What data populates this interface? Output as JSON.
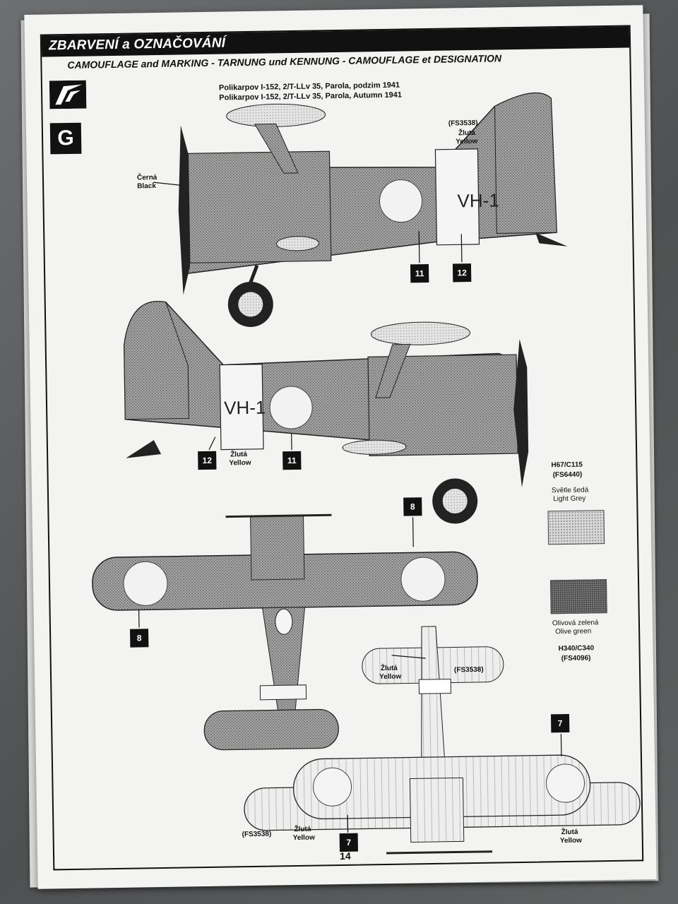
{
  "header": {
    "title": "ZBARVENÍ a OZNAČOVÁNÍ",
    "subtitle": "CAMOUFLAGE and MARKING - TARNUNG und KENNUNG - CAMOUFLAGE et DESIGNATION"
  },
  "scheme": {
    "letter": "G",
    "caption_cz": "Polikarpov I-152, 2/T-LLv 35, Parola, podzim 1941",
    "caption_en": "Polikarpov I-152, 2/T-LLv 35, Parola, Autumn 1941"
  },
  "side_view_1": {
    "fs_code": "(FS3538)",
    "band_label_cz": "Žlutá",
    "band_label_en": "Yellow",
    "spinner_label_cz": "Černá",
    "spinner_label_en": "Black",
    "code_letters": "VH-1",
    "decal_a": "11",
    "decal_b": "12"
  },
  "side_view_2": {
    "code_letters": "VH-1",
    "band_label_cz": "Žlutá",
    "band_label_en": "Yellow",
    "decal_a": "12",
    "decal_b": "11"
  },
  "top_view": {
    "decal_upper_right": "8",
    "decal_lower_left": "8"
  },
  "bottom_view": {
    "band_label_cz": "Žlutá",
    "band_label_en": "Yellow",
    "fs_code_band": "(FS3538)",
    "decal_top": "7",
    "decal_bottom": "7",
    "fs_code_left": "(FS3538)",
    "left_label_cz": "Žlutá",
    "left_label_en": "Yellow",
    "right_label_cz": "Žlutá",
    "right_label_en": "Yellow"
  },
  "legend": {
    "upper_code": "H67/C115",
    "upper_fs": "(FS6440)",
    "light_cz": "Světle šedá",
    "light_en": "Light Grey",
    "olive_cz": "Olivová zelená",
    "olive_en": "Olive green",
    "lower_code": "H340/C340",
    "lower_fs": "(FS4096)"
  },
  "page_number": "14"
}
